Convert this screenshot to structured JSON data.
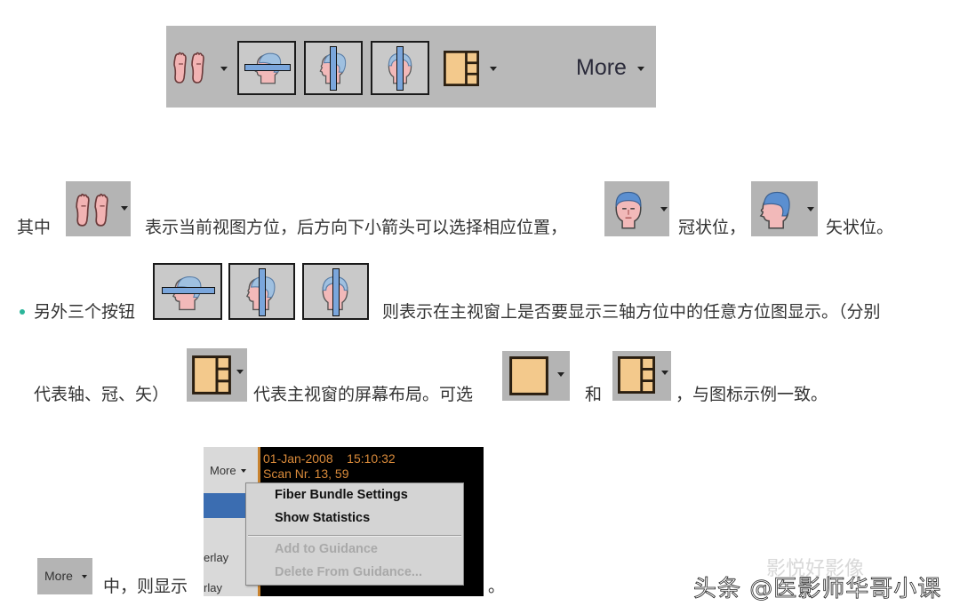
{
  "toolbar": {
    "icons": [
      "feet-orientation-icon",
      "axial-plane-button",
      "coronal-plane-button",
      "sagittal-plane-button",
      "layout-1plus3-icon"
    ],
    "more_label": "More"
  },
  "para1": {
    "prefix": "其中",
    "mid": "表示当前视图方位，后方向下小箭头可以选择相应位置，",
    "coronal": "冠状位，",
    "sagittal": "矢状位。"
  },
  "para2": {
    "lead": "另外三个按钮",
    "tail": "则表示在主视窗上是否要显示三轴方位中的任意方位图显示。（分别"
  },
  "para3": {
    "lead": "代表轴、冠、矢）",
    "mid": "代表主视窗的屏幕布局。可选",
    "and": "和",
    "tail": "，与图标示例一致。"
  },
  "para4": {
    "more_label": "More",
    "mid": "中，则显示",
    "end": "。"
  },
  "screenshot": {
    "more_label": "More",
    "date": "01-Jan-2008    15:10:32",
    "scan": "Scan Nr. 13, 59",
    "side_labels": [
      "erlay",
      "rlay"
    ],
    "menu_items": [
      {
        "label": "Fiber Bundle Settings",
        "enabled": true
      },
      {
        "label": "Show Statistics",
        "enabled": true
      },
      {
        "label": "Add to Guidance",
        "enabled": false
      },
      {
        "label": "Delete From Guidance...",
        "enabled": false
      }
    ]
  },
  "watermark": {
    "faint": "影悦好影像",
    "main": "头条 @医影师华哥小课"
  },
  "colors": {
    "toolbar_bg": "#b9b9b9",
    "icon_bg": "#b4b4b4",
    "layout_fill": "#f3c98c",
    "skin": "#f0b4b4",
    "hair": "#5b8fd0",
    "plane_bar": "#7aa6dc",
    "bullet": "#2bb59a",
    "orange_text": "#d98a3a"
  }
}
